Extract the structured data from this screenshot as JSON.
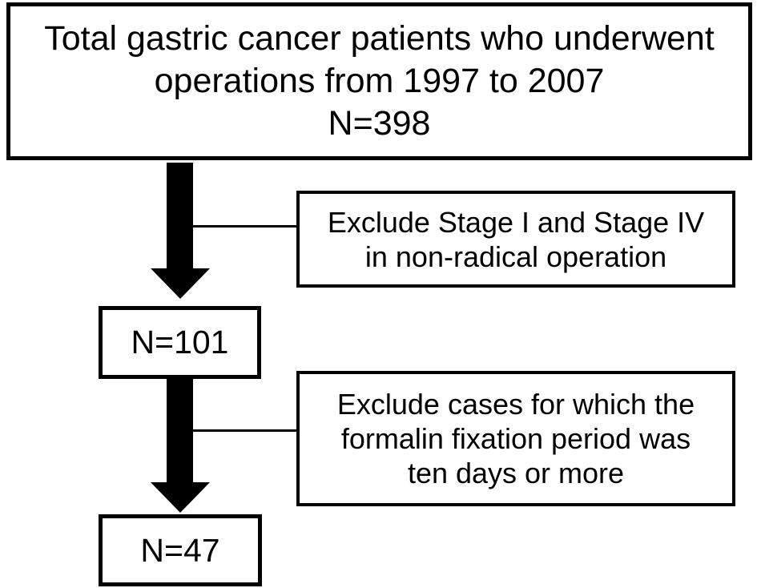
{
  "figure": {
    "background_color": "#ffffff",
    "stroke_color": "#000000",
    "top_box": {
      "line1": "Total gastric cancer patients who underwent",
      "line2": "operations from 1997 to 2007",
      "count": "N=398"
    },
    "exclusion_box_1": {
      "line1": "Exclude Stage I and Stage IV",
      "line2": "in non-radical operation"
    },
    "result_box_1": {
      "count": "N=101"
    },
    "exclusion_box_2": {
      "line1": "Exclude cases for which the",
      "line2": "formalin fixation period was",
      "line3": "ten days or more"
    },
    "result_box_2": {
      "count": "N=47"
    }
  }
}
